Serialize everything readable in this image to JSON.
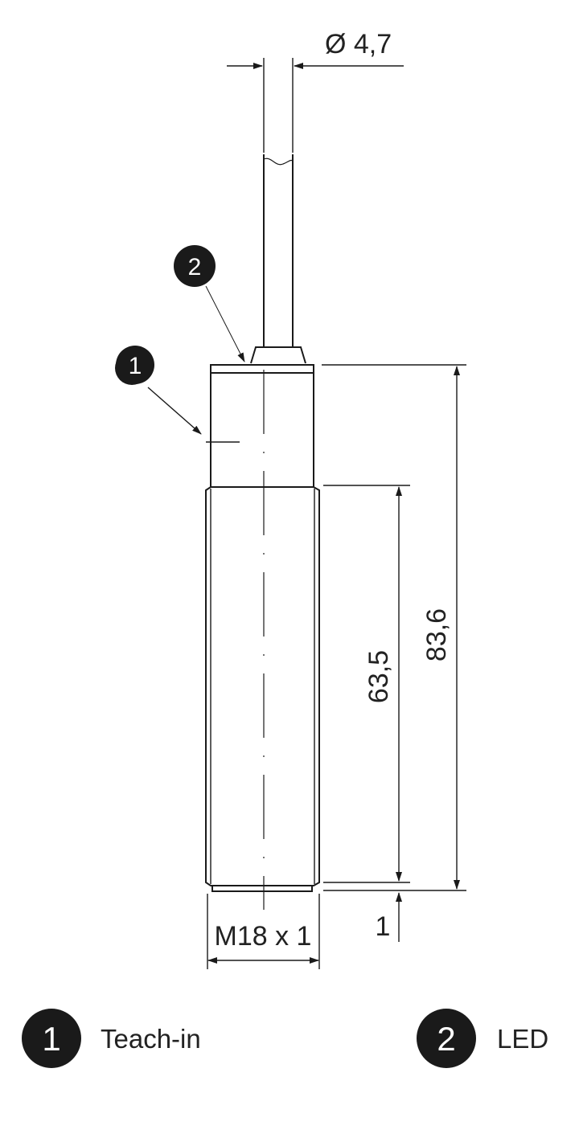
{
  "dimensions": {
    "cable_diameter": "Ø  4,7",
    "total_length": "83,6",
    "thread_length": "63,5",
    "thread_size": "M18 x 1",
    "offset": "1"
  },
  "callouts": [
    {
      "number": "1",
      "label": "Teach-in"
    },
    {
      "number": "2",
      "label": "LED"
    }
  ],
  "colors": {
    "line": "#1a1a1a",
    "callout_fill": "#1a1a1a"
  }
}
